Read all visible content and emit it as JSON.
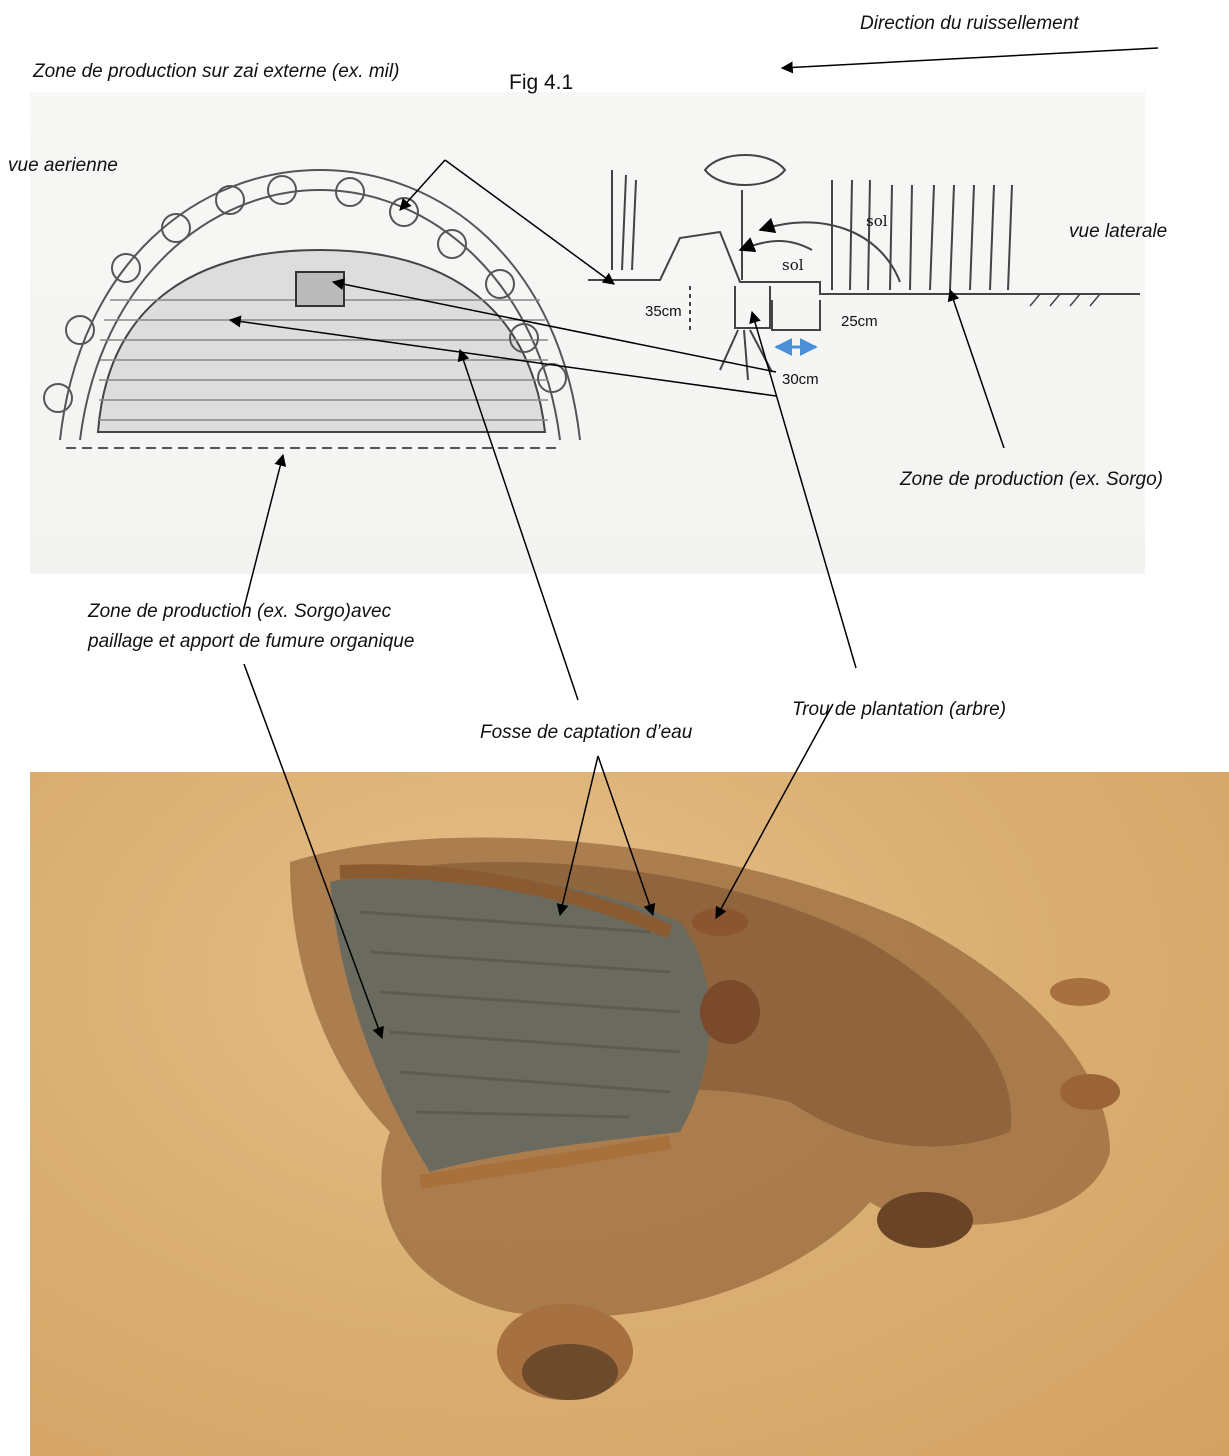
{
  "labels": {
    "direction": "Direction du ruissellement",
    "zone_mil": "Zone de production sur zai externe (ex. mil)",
    "fig": "Fig 4.1",
    "vue_aerienne": "vue aerienne",
    "vue_laterale": "vue laterale",
    "zone_sorgo_right": "Zone de production (ex. Sorgo)",
    "zone_sorgo_line1": "Zone de production (ex. Sorgo)avec",
    "zone_sorgo_line2": "paillage et apport de fumure organique",
    "fosse": "Fosse de captation d’eau",
    "trou": "Trou de plantation (arbre)"
  },
  "sketch_labels": {
    "sol_a": "sol",
    "sol_b": "sol"
  },
  "dimensions": {
    "d35": "35cm",
    "d25": "25cm",
    "d30": "30cm"
  },
  "colors": {
    "sand": "#d9ad70",
    "dark_soil": "#6e4a2c",
    "mulch": "#6b6a5e",
    "dim_arrow": "#4a90d9"
  }
}
